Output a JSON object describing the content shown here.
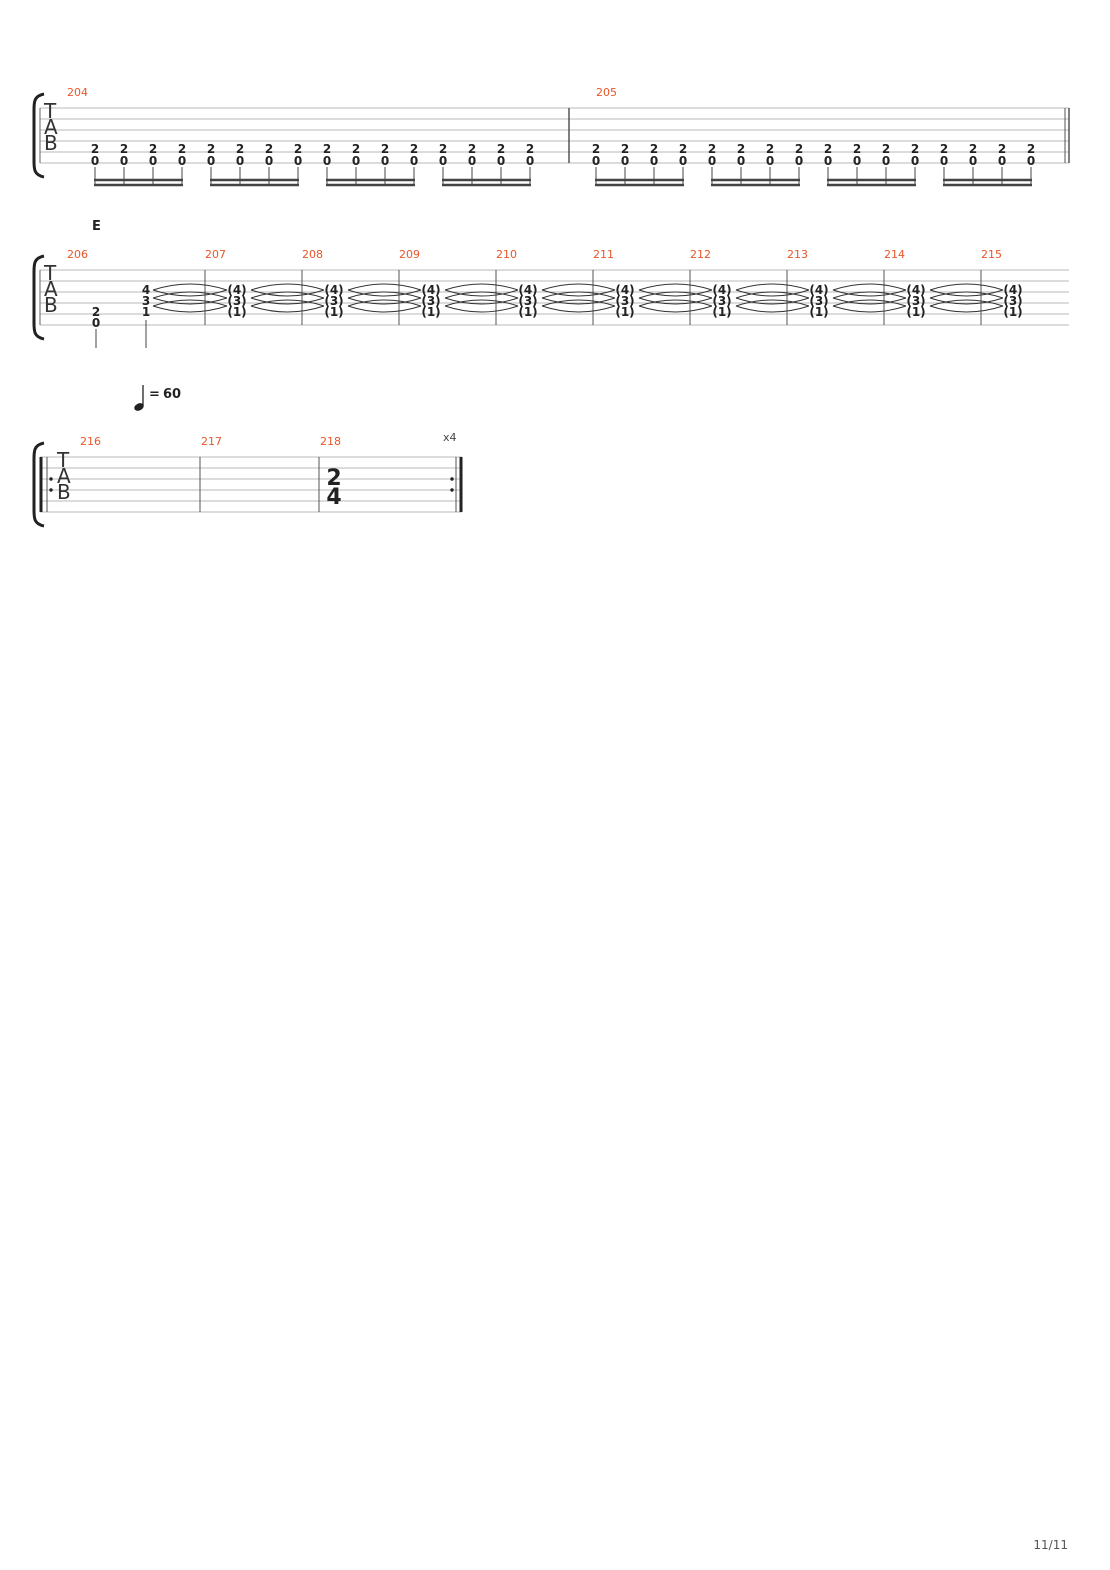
{
  "page_number": "11/11",
  "colors": {
    "measure_number": "#e8562a",
    "staff_line": "#b8b8b8",
    "ink": "#222222"
  },
  "clef_letters": [
    "T",
    "A",
    "B"
  ],
  "systems": [
    {
      "measures": [
        {
          "number": "204",
          "beat_groups": [
            {
              "notes": [
                {
                  "frets": [
                    "2",
                    "0"
                  ]
                },
                {
                  "frets": [
                    "2",
                    "0"
                  ]
                },
                {
                  "frets": [
                    "2",
                    "0"
                  ]
                },
                {
                  "frets": [
                    "2",
                    "0"
                  ]
                }
              ]
            },
            {
              "notes": [
                {
                  "frets": [
                    "2",
                    "0"
                  ]
                },
                {
                  "frets": [
                    "2",
                    "0"
                  ]
                },
                {
                  "frets": [
                    "2",
                    "0"
                  ]
                },
                {
                  "frets": [
                    "2",
                    "0"
                  ]
                }
              ]
            },
            {
              "notes": [
                {
                  "frets": [
                    "2",
                    "0"
                  ]
                },
                {
                  "frets": [
                    "2",
                    "0"
                  ]
                },
                {
                  "frets": [
                    "2",
                    "0"
                  ]
                },
                {
                  "frets": [
                    "2",
                    "0"
                  ]
                }
              ]
            },
            {
              "notes": [
                {
                  "frets": [
                    "2",
                    "0"
                  ]
                },
                {
                  "frets": [
                    "2",
                    "0"
                  ]
                },
                {
                  "frets": [
                    "2",
                    "0"
                  ]
                },
                {
                  "frets": [
                    "2",
                    "0"
                  ]
                }
              ]
            }
          ]
        },
        {
          "number": "205",
          "beat_groups": [
            {
              "notes": [
                {
                  "frets": [
                    "2",
                    "0"
                  ]
                },
                {
                  "frets": [
                    "2",
                    "0"
                  ]
                },
                {
                  "frets": [
                    "2",
                    "0"
                  ]
                },
                {
                  "frets": [
                    "2",
                    "0"
                  ]
                }
              ]
            },
            {
              "notes": [
                {
                  "frets": [
                    "2",
                    "0"
                  ]
                },
                {
                  "frets": [
                    "2",
                    "0"
                  ]
                },
                {
                  "frets": [
                    "2",
                    "0"
                  ]
                },
                {
                  "frets": [
                    "2",
                    "0"
                  ]
                }
              ]
            },
            {
              "notes": [
                {
                  "frets": [
                    "2",
                    "0"
                  ]
                },
                {
                  "frets": [
                    "2",
                    "0"
                  ]
                },
                {
                  "frets": [
                    "2",
                    "0"
                  ]
                },
                {
                  "frets": [
                    "2",
                    "0"
                  ]
                }
              ]
            },
            {
              "notes": [
                {
                  "frets": [
                    "2",
                    "0"
                  ]
                },
                {
                  "frets": [
                    "2",
                    "0"
                  ]
                },
                {
                  "frets": [
                    "2",
                    "0"
                  ]
                },
                {
                  "frets": [
                    "2",
                    "0"
                  ]
                }
              ]
            }
          ]
        }
      ]
    },
    {
      "section_marker": "E",
      "measures": [
        {
          "number": "206",
          "notes": [
            {
              "frets": [
                "2",
                "0"
              ]
            },
            {
              "frets": [
                "4",
                "3",
                "1"
              ]
            }
          ]
        },
        {
          "number": "207",
          "tied_frets": [
            "(4)",
            "(3)",
            "(1)"
          ]
        },
        {
          "number": "208",
          "tied_frets": [
            "(4)",
            "(3)",
            "(1)"
          ]
        },
        {
          "number": "209",
          "tied_frets": [
            "(4)",
            "(3)",
            "(1)"
          ]
        },
        {
          "number": "210",
          "tied_frets": [
            "(4)",
            "(3)",
            "(1)"
          ]
        },
        {
          "number": "211",
          "tied_frets": [
            "(4)",
            "(3)",
            "(1)"
          ]
        },
        {
          "number": "212",
          "tied_frets": [
            "(4)",
            "(3)",
            "(1)"
          ]
        },
        {
          "number": "213",
          "tied_frets": [
            "(4)",
            "(3)",
            "(1)"
          ]
        },
        {
          "number": "214",
          "tied_frets": [
            "(4)",
            "(3)",
            "(1)"
          ]
        },
        {
          "number": "215",
          "tied_frets": [
            "(4)",
            "(3)",
            "(1)"
          ]
        }
      ]
    },
    {
      "tempo": {
        "prefix": "=",
        "bpm": "60"
      },
      "repeat_count": "x4",
      "measures": [
        {
          "number": "216"
        },
        {
          "number": "217"
        },
        {
          "number": "218",
          "time_signature": {
            "top": "2",
            "bottom": "4"
          }
        }
      ]
    }
  ]
}
